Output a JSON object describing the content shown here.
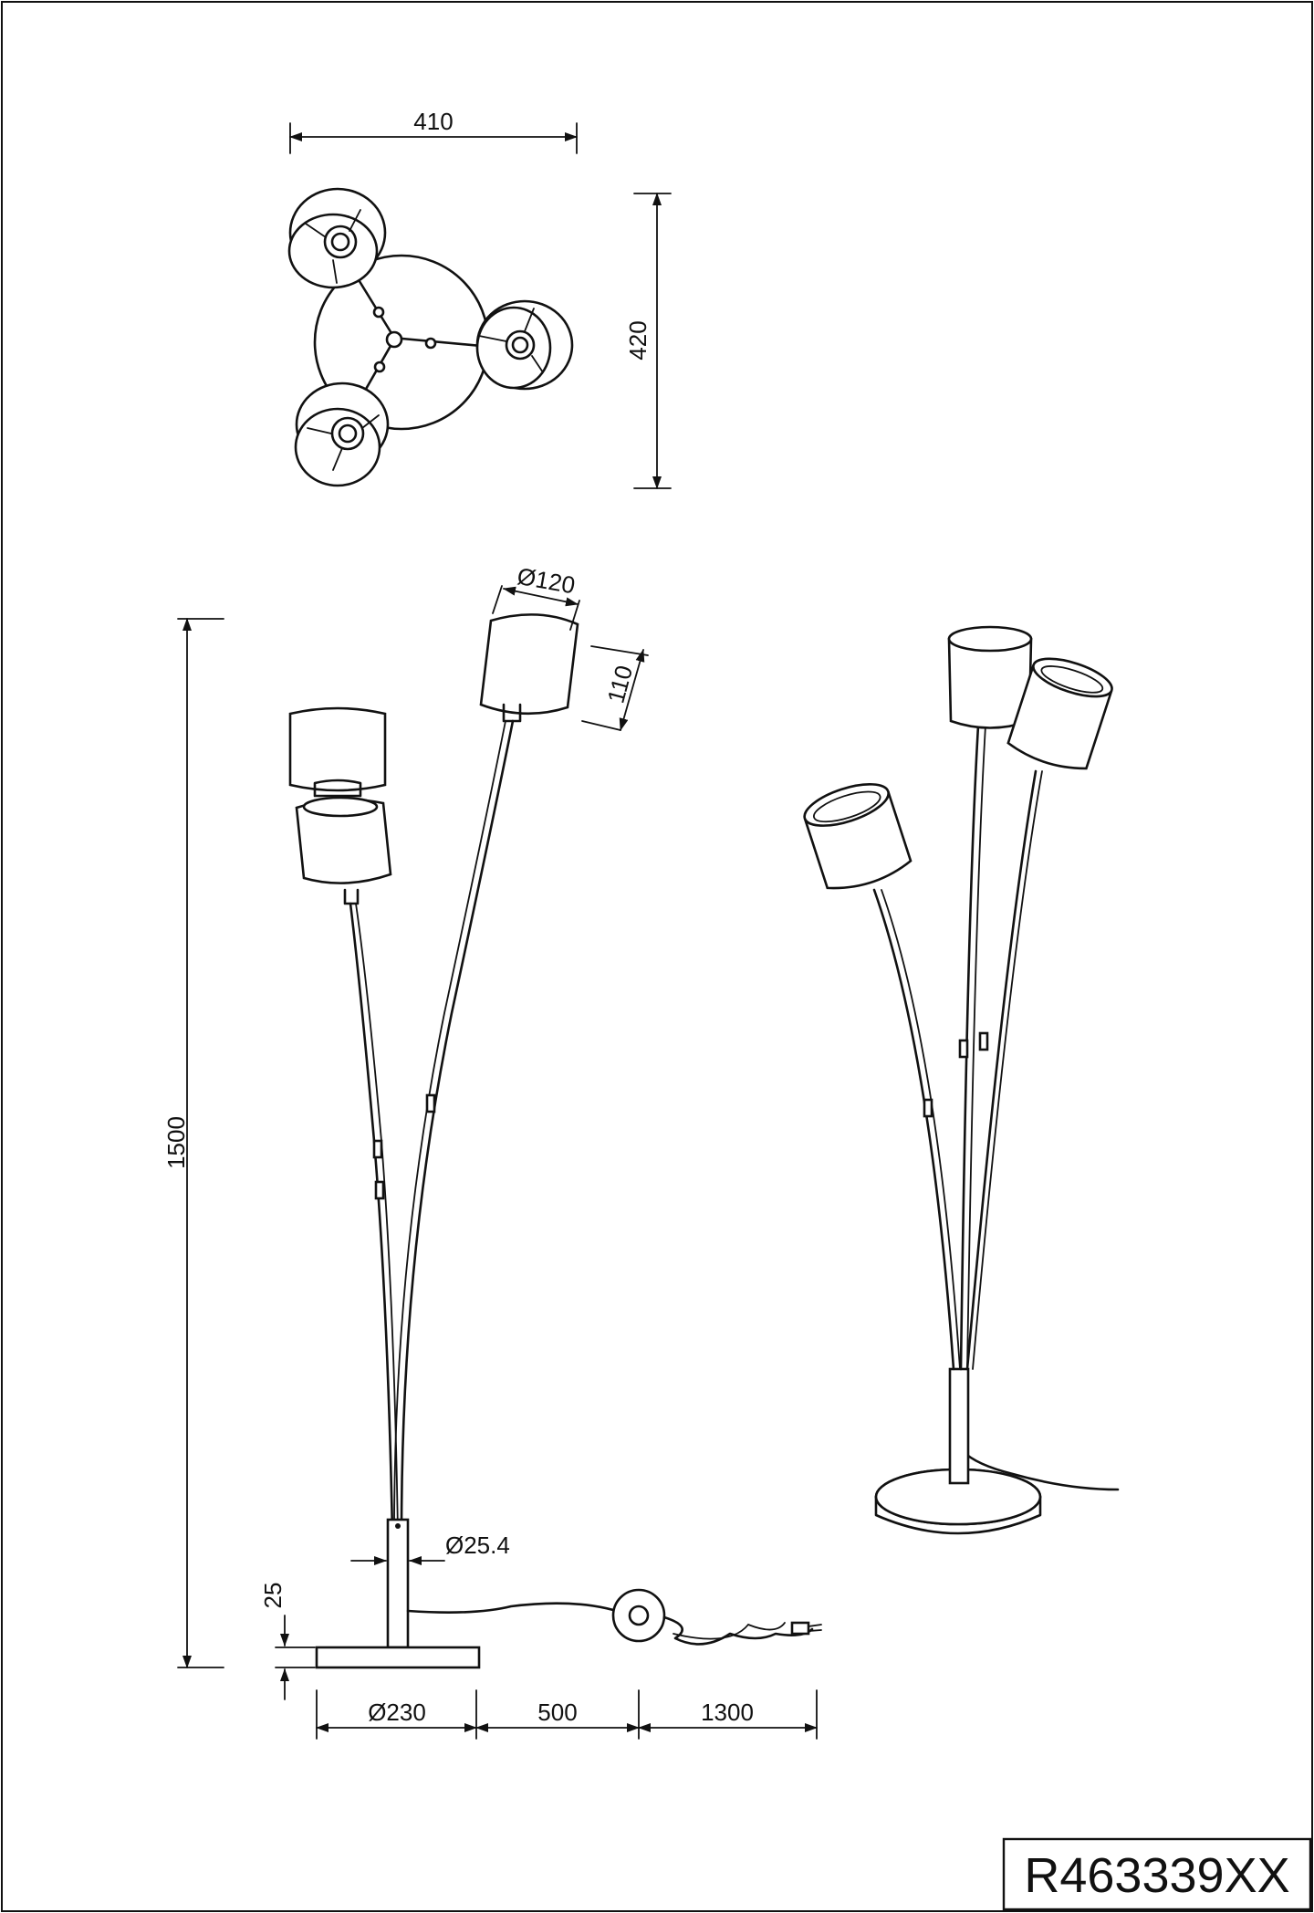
{
  "dimensions": {
    "top_width": "410",
    "top_depth": "420",
    "shade_diameter": "Ø120",
    "shade_height": "110",
    "total_height": "1500",
    "pole_diameter": "Ø25.4",
    "base_height": "25",
    "base_diameter": "Ø230",
    "cable_to_switch": "500",
    "cable_to_plug": "1300"
  },
  "product": {
    "code": "R463339XX"
  }
}
